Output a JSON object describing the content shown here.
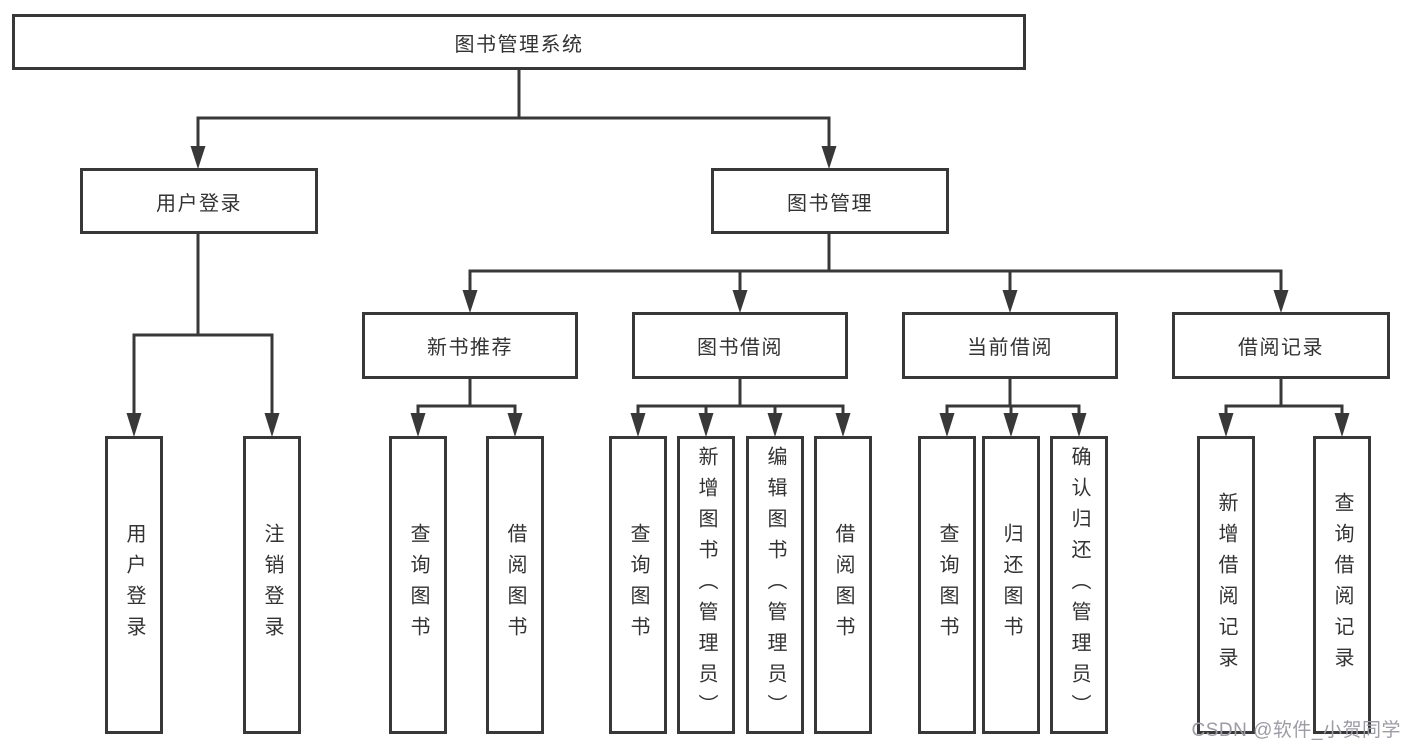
{
  "diagram": {
    "root": {
      "label": "图书管理系统"
    },
    "level2": {
      "user_login": {
        "label": "用户登录"
      },
      "book_management": {
        "label": "图书管理"
      }
    },
    "level3": {
      "new_book_recommend": {
        "label": "新书推荐"
      },
      "book_borrow": {
        "label": "图书借阅"
      },
      "current_borrow": {
        "label": "当前借阅"
      },
      "borrow_record": {
        "label": "借阅记录"
      }
    },
    "leaves": {
      "user_login": {
        "label": "用户登录"
      },
      "logout": {
        "label": "注销登录"
      },
      "recommend_query_book": {
        "label": "查询图书"
      },
      "recommend_borrow_book": {
        "label": "借阅图书"
      },
      "borrow_query_book": {
        "label": "查询图书"
      },
      "borrow_add_book": {
        "label": "新增图书（管理员）"
      },
      "borrow_edit_book": {
        "label": "编辑图书（管理员）"
      },
      "borrow_borrow_book": {
        "label": "借阅图书"
      },
      "current_query_book": {
        "label": "查询图书"
      },
      "current_return_book": {
        "label": "归还图书"
      },
      "current_confirm_return": {
        "label": "确认归还（管理员）"
      },
      "record_add": {
        "label": "新增借阅记录"
      },
      "record_query": {
        "label": "查询借阅记录"
      }
    }
  },
  "watermark": {
    "text": "CSDN @软件_小贺同学"
  },
  "colors": {
    "line": "#383838",
    "text": "#333333",
    "box_background": "#ffffff",
    "watermark": "#9c9ca4"
  }
}
